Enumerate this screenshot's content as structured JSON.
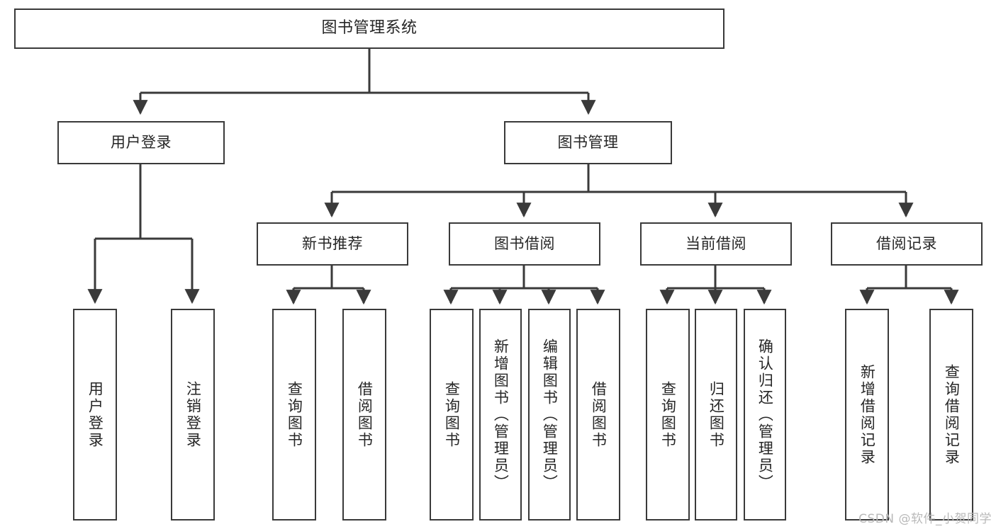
{
  "diagram": {
    "type": "tree-hierarchy",
    "title": "图书管理系统",
    "orientation": "top-down",
    "stroke_color": "#3a3a3a",
    "fill_color": "#ffffff",
    "text_color": "#262626",
    "levels": 4
  },
  "nodes": {
    "root": {
      "label": "图书管理系统"
    },
    "level2": [
      {
        "label": "用户登录"
      },
      {
        "label": "图书管理"
      }
    ],
    "level3": [
      {
        "label": "新书推荐"
      },
      {
        "label": "图书借阅"
      },
      {
        "label": "当前借阅"
      },
      {
        "label": "借阅记录"
      }
    ],
    "leaves_user_login": [
      {
        "label": "用户登录"
      },
      {
        "label": "注销登录"
      }
    ],
    "leaves_new_book": [
      {
        "label": "查询图书"
      },
      {
        "label": "借阅图书"
      }
    ],
    "leaves_borrow": [
      {
        "label": "查询图书"
      },
      {
        "label": "新增图书（管理员）"
      },
      {
        "label": "编辑图书（管理员）"
      },
      {
        "label": "借阅图书"
      }
    ],
    "leaves_current": [
      {
        "label": "查询图书"
      },
      {
        "label": "归还图书"
      },
      {
        "label": "确认归还（管理员）"
      }
    ],
    "leaves_records": [
      {
        "label": "新增借阅记录"
      },
      {
        "label": "查询借阅记录"
      }
    ]
  },
  "watermark": {
    "text": "CSDN @软件_小贺同学"
  }
}
